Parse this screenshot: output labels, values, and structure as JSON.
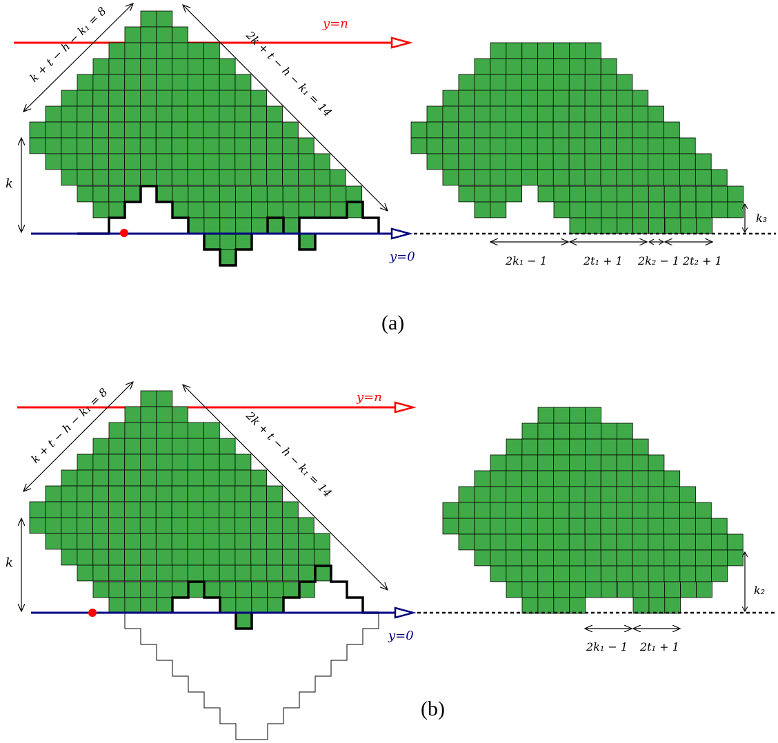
{
  "colors": {
    "cell_fill": "#3faa47",
    "level_n": "#ff0000",
    "level_0": "#000080",
    "marker": "#ff0000"
  },
  "panel_a": {
    "label": "(a)",
    "level_n_label": "y=n",
    "level_0_label": "y=0",
    "left_diagonal_label": "k + t − h − k₁ = 8",
    "right_diagonal_label": "2k + t − h − k₁ = 14",
    "height_label": "k",
    "right_height_label": "k₃",
    "bottom_labels": [
      "2k₁ − 1",
      "2t₁ + 1",
      "2k₂ − 1",
      "2t₂ + 1"
    ]
  },
  "panel_b": {
    "label": "(b)",
    "level_n_label": "y=n",
    "level_0_label": "y=0",
    "left_diagonal_label": "k + t − h − k₁ = 8",
    "right_diagonal_label": "2k + t − h − k₁ = 14",
    "height_label": "k",
    "right_height_label": "k₂",
    "bottom_labels": [
      "2k₁ − 1",
      "2t₁ + 1"
    ]
  }
}
